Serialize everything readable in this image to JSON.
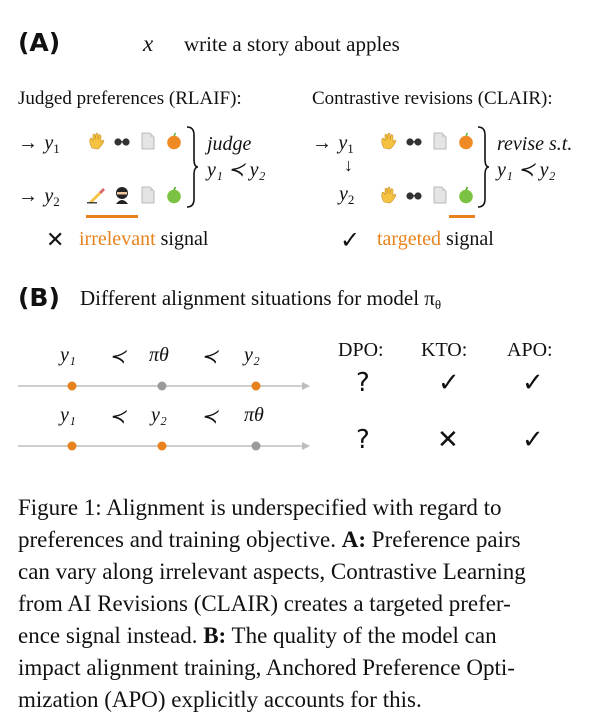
{
  "panel_a": {
    "letter": "(A)",
    "prompt_var": "x",
    "prompt": "write a story about apples",
    "left": {
      "title": "Judged preferences (RLAIF):",
      "row1_label": "y",
      "row1_sub": "1",
      "row2_label": "y",
      "row2_sub": "2",
      "brace_label_1": "judge",
      "relation": "y₁ ≺ y₂",
      "mark": "✕",
      "signal_highlight": "irrelevant",
      "signal_rest": "signal"
    },
    "right": {
      "title": "Contrastive revisions (CLAIR):",
      "row1_label": "y",
      "row1_sub": "1",
      "row2_label": "y",
      "row2_sub": "2",
      "brace_label_1": "revise s.t.",
      "relation": "y₁ ≺ y₂",
      "mark": "✓",
      "signal_highlight": "targeted",
      "signal_rest": "signal"
    }
  },
  "panel_b": {
    "letter": "(B)",
    "title": "Different alignment situations for model π",
    "title_sub": "θ",
    "row1_labels": [
      "y₁",
      "≺",
      "πθ",
      "≺",
      "y₂"
    ],
    "row2_labels": [
      "y₁",
      "≺",
      "y₂",
      "≺",
      "πθ"
    ],
    "headers": [
      "DPO:",
      "KTO:",
      "APO:"
    ],
    "row1_marks": [
      "?",
      "✓",
      "✓"
    ],
    "row2_marks": [
      "?",
      "✕",
      "✓"
    ]
  },
  "caption": {
    "line1": "Figure 1:   Alignment is underspecified with regard to",
    "line2a": "preferences and training objective. ",
    "line2b": "A:",
    "line2c": " Preference pairs",
    "line3": "can vary along irrelevant aspects, Contrastive Learning",
    "line4": "from AI Revisions (CLAIR) creates a targeted prefer-",
    "line5a": "ence signal instead.  ",
    "line5b": "B:",
    "line5c": " The quality of the model can",
    "line6": "impact alignment training, Anchored Preference Opti-",
    "line7": "mization (APO) explicitly accounts for this."
  },
  "colors": {
    "accent": "#e8821c",
    "grey_dot": "#9a9a9a",
    "axis": "#bdbdbd"
  }
}
